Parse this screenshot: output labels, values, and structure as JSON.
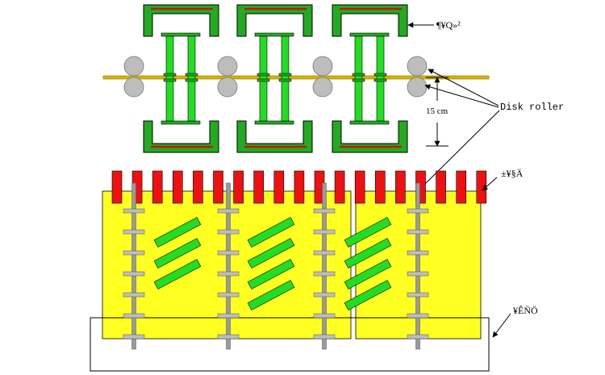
{
  "colors": {
    "housing": "#22aa22",
    "heater_line": "#cc1111",
    "green_bar": "#22dd22",
    "roller": "#bdbdbd",
    "strip": "#d4b400",
    "plate": "#ffff22",
    "red_block": "#ee1111",
    "shaft": "#9a9a9a"
  },
  "labels": {
    "top_right": "¶¥Q»²",
    "disk_roller": "Disk roller",
    "dimension": "15 cm",
    "middle_right": "±¥§Ä",
    "bottom_right": "¥ÊÑÖ"
  }
}
